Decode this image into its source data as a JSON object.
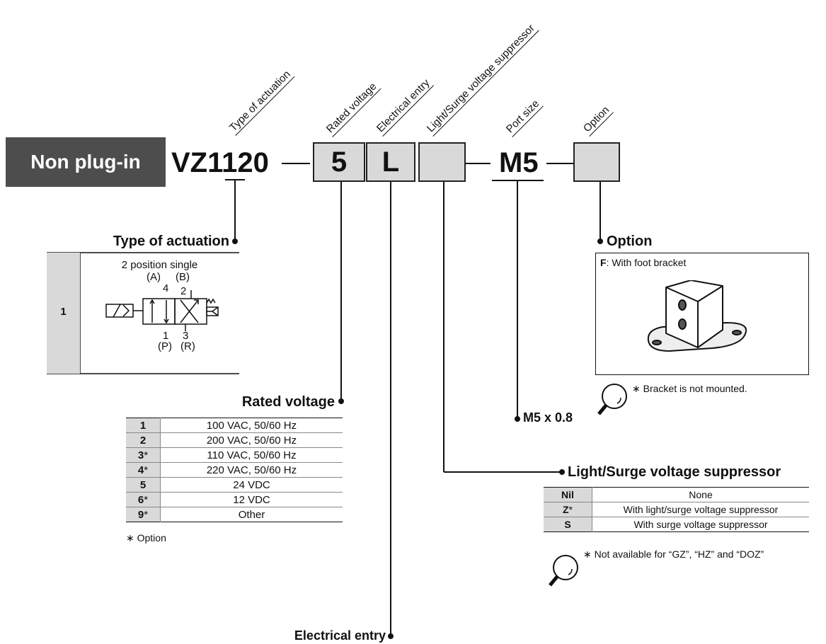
{
  "header": {
    "title": "Non plug-in",
    "model": "VZ1120",
    "voltage_code": "5",
    "entry_code": "L",
    "port_code": "M5"
  },
  "labels": {
    "actuation": "Type of actuation",
    "rated_voltage": "Rated voltage",
    "electrical_entry": "Electrical entry",
    "light_surge": "Light/Surge voltage suppressor",
    "port_size": "Port size",
    "option": "Option"
  },
  "actuation": {
    "heading": "Type of actuation",
    "code": "1",
    "desc": "2 position single",
    "port_a": "(A)",
    "port_b": "(B)",
    "port_4": "4",
    "port_2": "2",
    "port_1": "1",
    "port_3": "3",
    "port_p": "(P)",
    "port_r": "(R)"
  },
  "voltage": {
    "heading": "Rated voltage",
    "rows": [
      {
        "code": "1",
        "star": "",
        "value": "100 VAC, 50/60 Hz"
      },
      {
        "code": "2",
        "star": "",
        "value": "200 VAC, 50/60 Hz"
      },
      {
        "code": "3",
        "star": "*",
        "value": "110 VAC, 50/60 Hz"
      },
      {
        "code": "4",
        "star": "*",
        "value": "220 VAC, 50/60 Hz"
      },
      {
        "code": "5",
        "star": "",
        "value": "24 VDC"
      },
      {
        "code": "6",
        "star": "*",
        "value": "12 VDC"
      },
      {
        "code": "9",
        "star": "*",
        "value": "Other"
      }
    ],
    "note": "∗ Option"
  },
  "entry": {
    "heading": "Electrical entry"
  },
  "port": {
    "value": "M5 x 0.8"
  },
  "option": {
    "heading": "Option",
    "code": "F",
    "desc": ": With foot bracket",
    "note": "∗ Bracket is not mounted."
  },
  "suppressor": {
    "heading": "Light/Surge voltage suppressor",
    "rows": [
      {
        "code": "Nil",
        "star": "",
        "value": "None"
      },
      {
        "code": "Z",
        "star": "*",
        "value": "With light/surge voltage suppressor"
      },
      {
        "code": "S",
        "star": "",
        "value": "With surge voltage suppressor"
      }
    ],
    "note": "∗ Not available for “GZ”, “HZ” and “DOZ”"
  },
  "colors": {
    "key_bg": "#d9d9d9",
    "title_bg": "#4d4d4d"
  }
}
